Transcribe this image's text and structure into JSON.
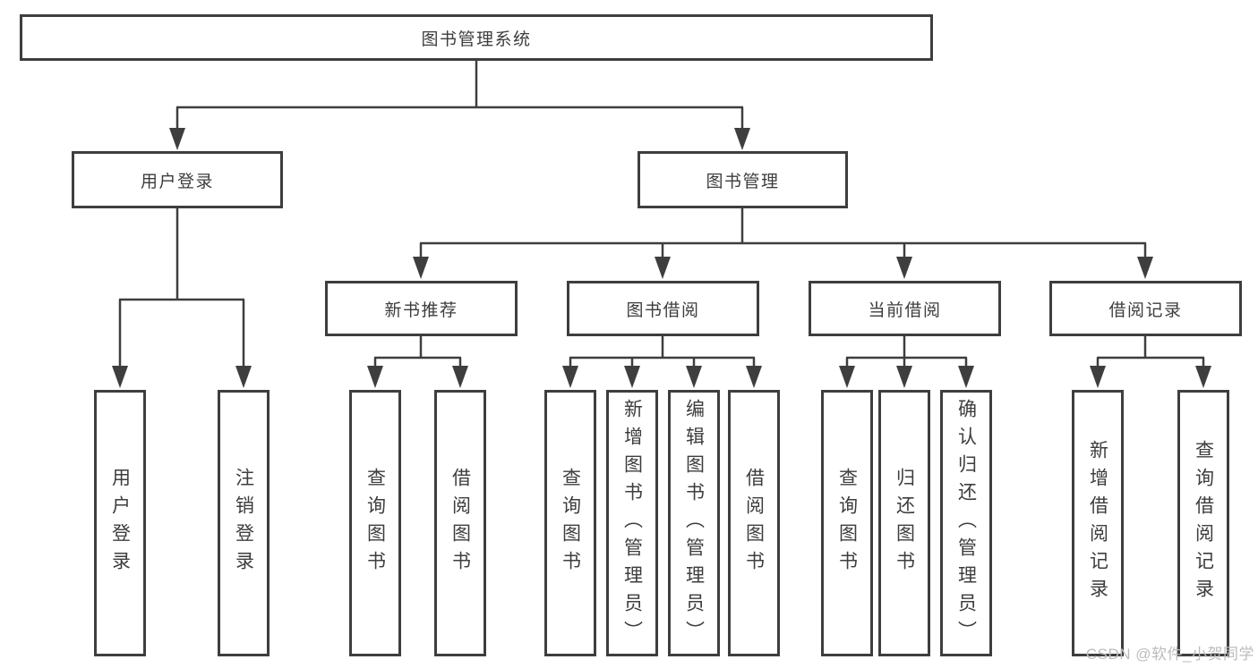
{
  "tree": {
    "root": {
      "label": "图书管理系统"
    },
    "branches": [
      {
        "label": "用户登录",
        "children": [
          {
            "label": "用户登录"
          },
          {
            "label": "注销登录"
          }
        ]
      },
      {
        "label": "图书管理",
        "children": [
          {
            "label": "新书推荐",
            "children": [
              {
                "label": "查询图书"
              },
              {
                "label": "借阅图书"
              }
            ]
          },
          {
            "label": "图书借阅",
            "children": [
              {
                "label": "查询图书"
              },
              {
                "label": "新增图书（管理员）"
              },
              {
                "label": "编辑图书（管理员）"
              },
              {
                "label": "借阅图书"
              }
            ]
          },
          {
            "label": "当前借阅",
            "children": [
              {
                "label": "查询图书"
              },
              {
                "label": "归还图书"
              },
              {
                "label": "确认归还（管理员）"
              }
            ]
          },
          {
            "label": "借阅记录",
            "children": [
              {
                "label": "新增借阅记录"
              },
              {
                "label": "查询借阅记录"
              }
            ]
          }
        ]
      }
    ]
  },
  "watermark": {
    "text": "CSDN @软件_小贺同学"
  },
  "colors": {
    "line": "#3e3e3e",
    "text": "#3d3d3d",
    "background": "#ffffff",
    "watermark": "#bcbcbc"
  }
}
